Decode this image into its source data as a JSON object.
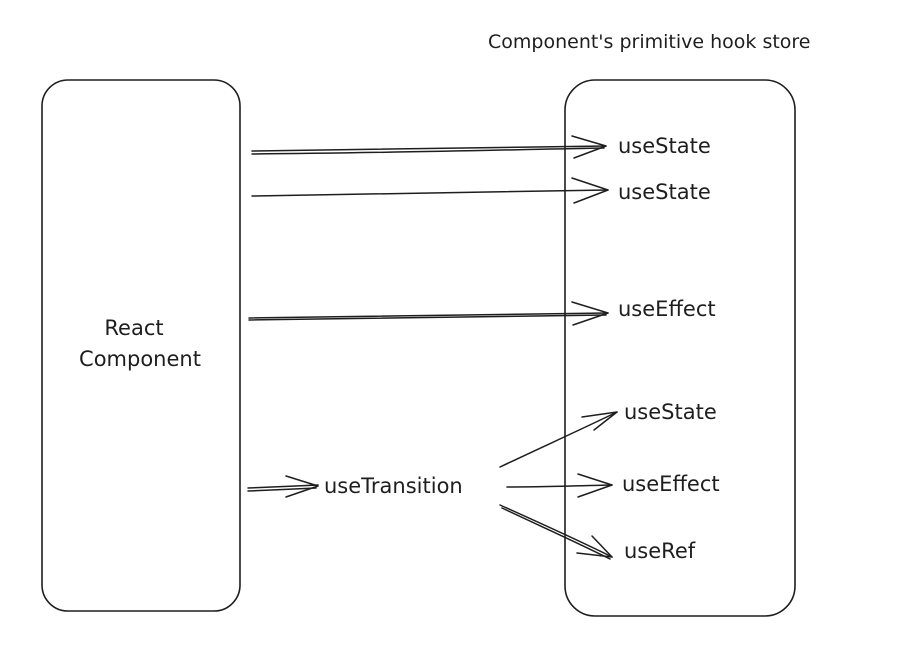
{
  "title": "Component's primitive hook store",
  "component": {
    "line1": "React",
    "line2": "Component"
  },
  "transition": "useTransition",
  "hooks": [
    "useState",
    "useState",
    "useEffect",
    "useState",
    "useEffect",
    "useRef"
  ]
}
